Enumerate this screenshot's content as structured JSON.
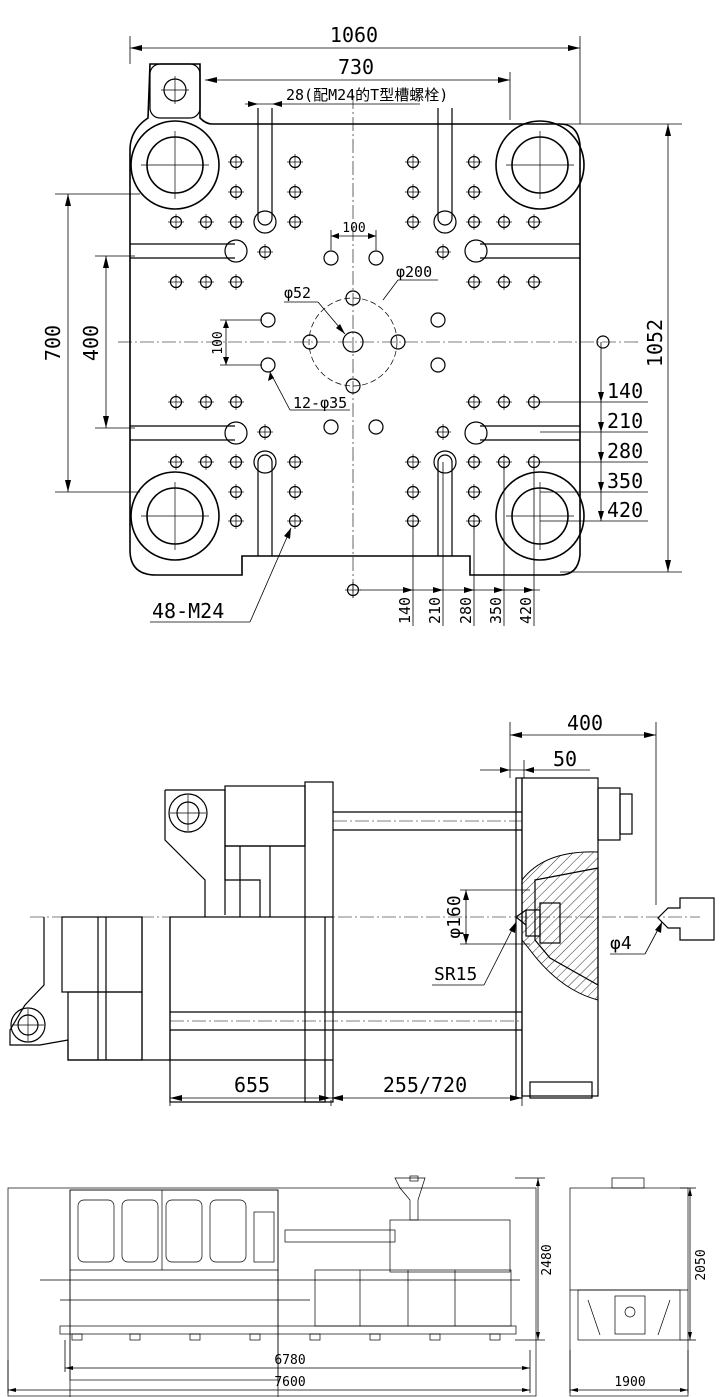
{
  "platen_view": {
    "dims": {
      "overall_width": "1060",
      "tiebar_spacing": "730",
      "t_slot_note": "28(配M24的T型槽螺栓)",
      "center_spacing": "100",
      "ring_dia": "φ200",
      "locating_dia": "φ52",
      "vertical_spacing": "100",
      "ejector_holes": "12-φ35",
      "tiebar_vertical": "700",
      "slot_vertical": "400",
      "overall_height": "1052",
      "thread_holes": "48-M24",
      "row_dims": [
        "140",
        "210",
        "280",
        "350",
        "420"
      ],
      "col_dims": [
        "140",
        "210",
        "280",
        "350",
        "420"
      ]
    }
  },
  "side_view": {
    "dims": {
      "platen_depth": "400",
      "nozzle_offset": "50",
      "locating_ring": "φ160",
      "sphere_radius": "SR15",
      "nozzle_hole": "φ4",
      "stroke_left": "655",
      "stroke_right": "255/720"
    }
  },
  "machine_view": {
    "dims": {
      "height": "2480",
      "length_inner": "6780",
      "length_total": "7600",
      "end_height": "2050",
      "end_width": "1900"
    }
  }
}
